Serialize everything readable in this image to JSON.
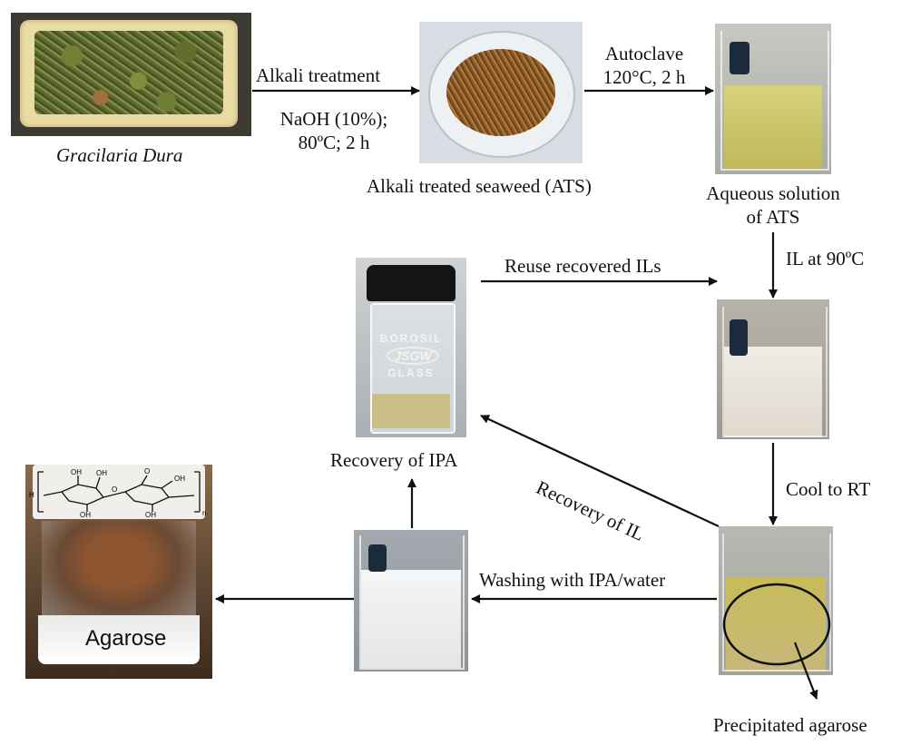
{
  "labels": {
    "seaweed": "Gracilaria Dura",
    "alkali_treatment": "Alkali treatment",
    "naoh_line1": "NaOH (10%);",
    "naoh_line2": "80ºC; 2 h",
    "ats": "Alkali treated seaweed (ATS)",
    "autoclave_line1": "Autoclave",
    "autoclave_line2": "120°C, 2 h",
    "aqueous_line1": "Aqueous solution",
    "aqueous_line2": "of ATS",
    "il_90": "IL at 90ºC",
    "reuse": "Reuse recovered ILs",
    "recovery_ipa": "Recovery of IPA",
    "recovery_il": "Recovery of IL",
    "cool": "Cool to RT",
    "washing": "Washing with IPA/water",
    "precipitated": "Precipitated agarose",
    "agarose": "Agarose",
    "jar_brand_top": "BOROSIL",
    "jar_brand_mid": "JSGW",
    "jar_brand_bottom": "GLASS"
  },
  "structure_labels": {
    "oh": "OH",
    "h": "H",
    "n": "n",
    "o": "O"
  },
  "colors": {
    "seaweed": "#5d6b2a",
    "tray": "#e9dba4",
    "yellow_liquid": "#c9c26a",
    "milky": "#e8e1d4",
    "dark_bg": "#5a4330"
  }
}
